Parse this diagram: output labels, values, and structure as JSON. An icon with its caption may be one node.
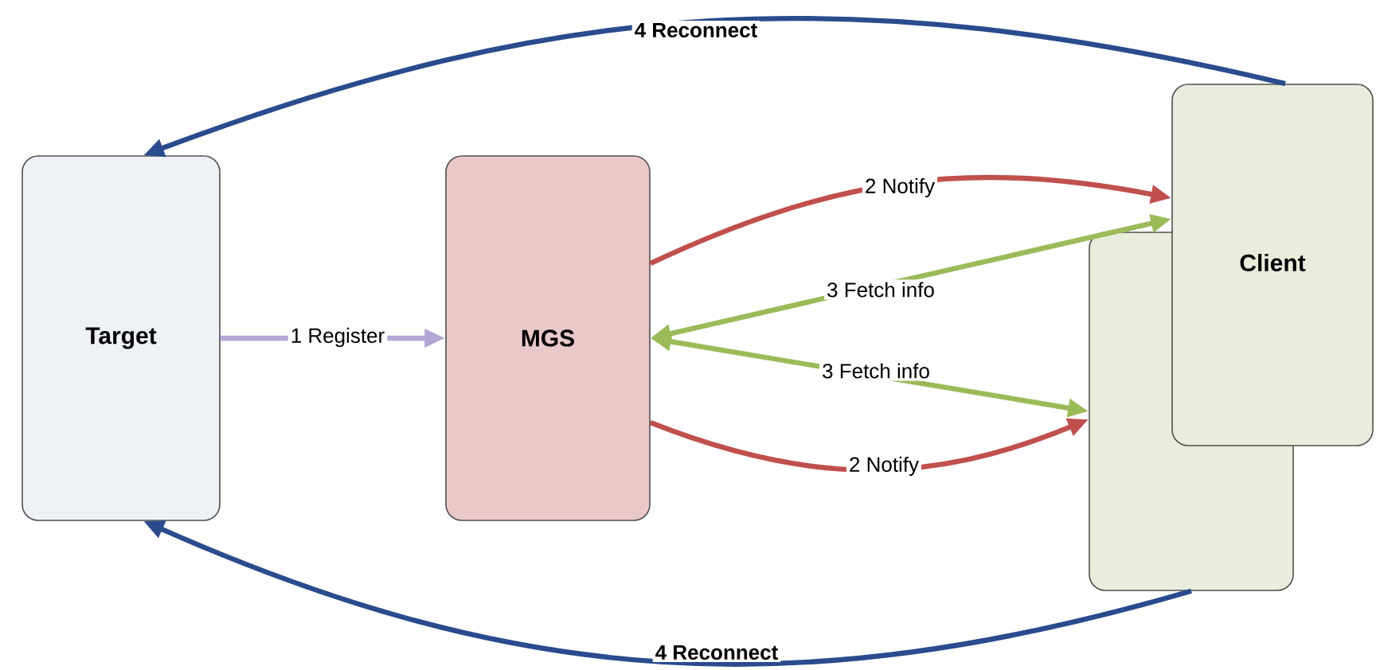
{
  "diagram": {
    "nodes": [
      {
        "text": [
          "Target"
        ]
      },
      {
        "text": [
          "MGS"
        ]
      },
      {
        "text": [],
        "shape": "box"
      },
      {
        "text": [
          "Client"
        ]
      }
    ],
    "edges": [
      {
        "from": 0,
        "to": 1,
        "arrow": "to",
        "label": "1 Register",
        "color": "#b4a7d6"
      },
      {
        "from": 1,
        "to": 3,
        "arrow": "to",
        "label": "2 Notify",
        "color": "#c0504d"
      },
      {
        "from": 1,
        "to": 3,
        "arrow": "both",
        "label": "3 Fetch info",
        "color": "#9bbb59"
      },
      {
        "from": 1,
        "to": 2,
        "arrow": "both",
        "label": "3 Fetch info",
        "color": "#9bbb59"
      },
      {
        "from": 1,
        "to": 2,
        "arrow": "to",
        "label": "2 Notify",
        "color": "#c0504d"
      },
      {
        "from": 3,
        "to": 0,
        "arrow": "to",
        "label": "4 Reconnect",
        "color": "#2a4b8d"
      },
      {
        "from": 2,
        "to": 0,
        "arrow": "to",
        "label": "4 Reconnect",
        "color": "#2a4b8d"
      }
    ]
  }
}
